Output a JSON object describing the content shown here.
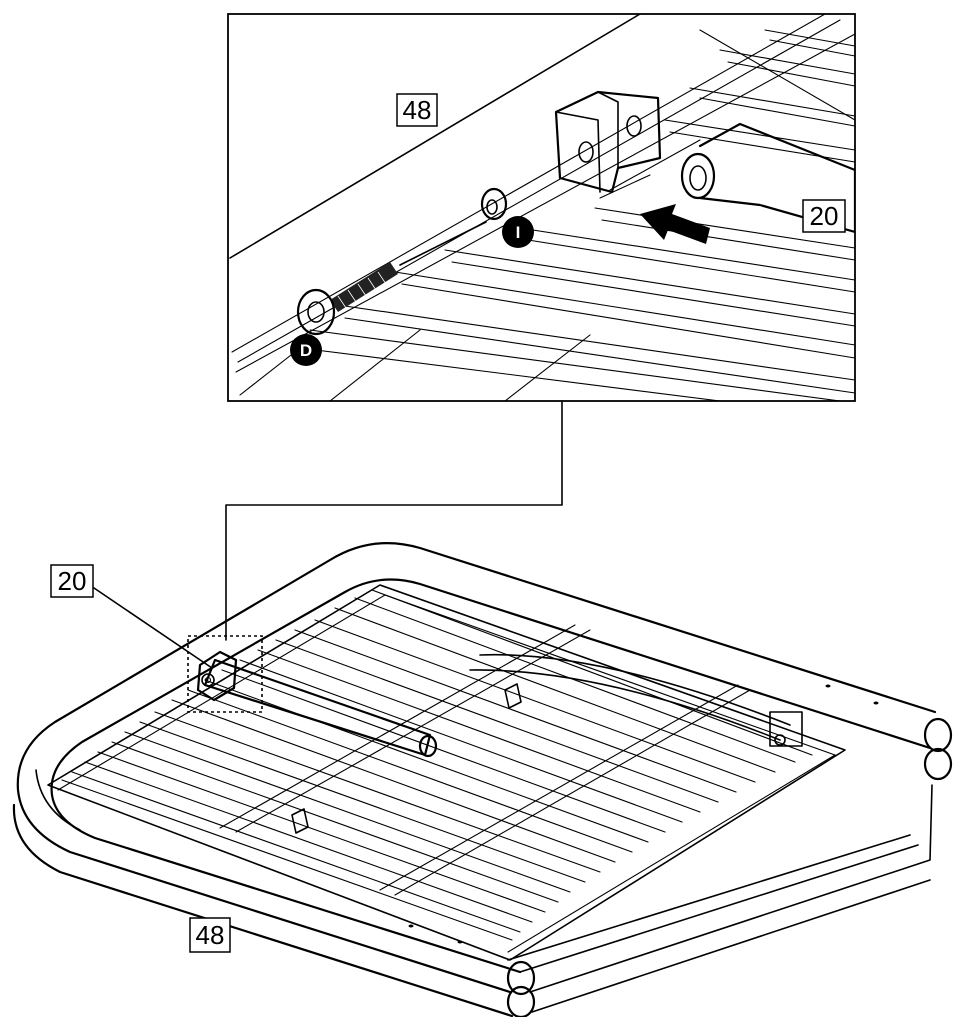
{
  "labels": {
    "inset_panel": "48",
    "inset_tube": "20",
    "main_tube": "20",
    "main_frame": "48"
  },
  "callouts": {
    "screw": "D",
    "washer": "I"
  }
}
